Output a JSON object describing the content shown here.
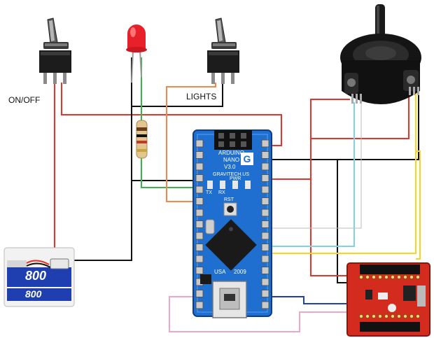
{
  "labels": {
    "on_off": "ON/OFF",
    "lights": "LIGHTS"
  },
  "arduino": {
    "line1": "ARDUINO",
    "line2": "NANO",
    "version": "V3.0",
    "maker": "GRAVITECH.US",
    "tx": "TX",
    "rx": "RX",
    "pwr": "PWR",
    "rst": "RST",
    "country": "USA",
    "year": "2009"
  },
  "battery": {
    "capacity_top": "800",
    "capacity_bottom": "800"
  },
  "wire_colors": {
    "red": "#e8332b",
    "black": "#111111",
    "green": "#39b54a",
    "orange": "#f2894a",
    "cyan": "#7ed3e6",
    "yellow": "#ffd21f",
    "blue": "#1f3fbf",
    "pink": "#f2a6c6"
  },
  "component_colors": {
    "arduino_board": "#1e6fd0",
    "xbee_board": "#d42b1f",
    "led": "#e8202a"
  }
}
